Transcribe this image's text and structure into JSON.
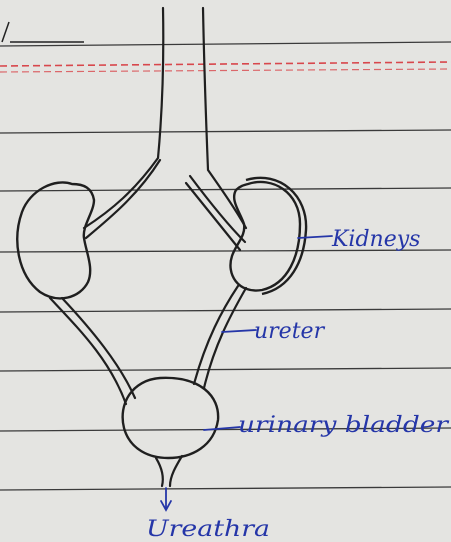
{
  "paper": {
    "background": "#e4e4e1",
    "rule_color": "#2c2c2c",
    "margin_color": "#d8474c",
    "ink_color": "#1f1f1f",
    "label_color": "#2536a8"
  },
  "diagram": {
    "labels": {
      "kidneys": "Kidneys",
      "ureter": "ureter",
      "bladder": "urinary bladder",
      "urethra": "Ureathra"
    }
  }
}
